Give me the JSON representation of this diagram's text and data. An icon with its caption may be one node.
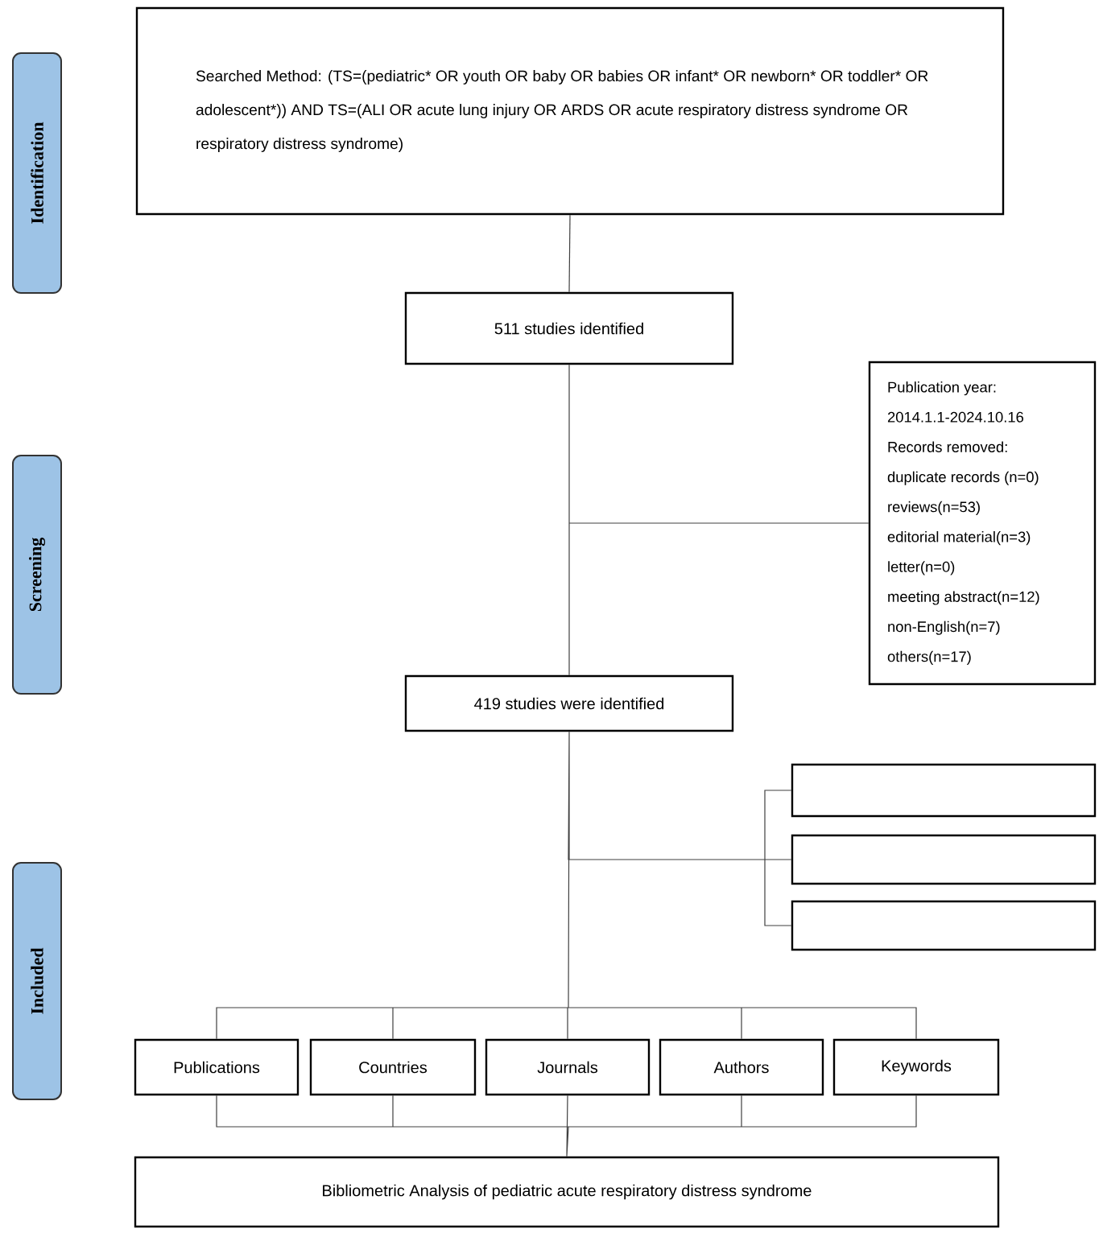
{
  "diagram": {
    "nodes": [
      {
        "text": [
          "Identification"
        ]
      },
      {
        "text": [
          "Screening"
        ]
      },
      {
        "text": [
          "Included"
        ]
      },
      {
        "text": [
          "Searched Method: (TS=(pediatric* OR youth OR baby OR babies OR infant* OR newborn* OR toddler* OR adolescent*)) AND TS=(ALI OR acute lung injury OR ARDS OR acute respiratory distress syndrome OR respiratory distress syndrome)"
        ]
      },
      {
        "text": [
          "511 studies identified"
        ]
      },
      {
        "text": [
          "Publication year:",
          "2014.1.1-2024.10.16",
          "Records removed:",
          "duplicate records (n=0)",
          "reviews(n=53)",
          "editorial material(n=3)",
          "letter(n=0)",
          "meeting abstract(n=12)",
          "non-English(n=7)",
          "others(n=17)"
        ]
      },
      {
        "text": [
          "419 studies were identified"
        ]
      },
      {
        "text": [],
        "shape": "box"
      },
      {
        "text": [],
        "shape": "box"
      },
      {
        "text": [],
        "shape": "box"
      },
      {
        "text": [
          "Publications"
        ]
      },
      {
        "text": [
          "Countries"
        ]
      },
      {
        "text": [
          "Journals"
        ]
      },
      {
        "text": [
          "Authors"
        ]
      },
      {
        "text": [
          "Keywords"
        ]
      },
      {
        "text": [
          "Bibliometric Analysis of pediatric acute respiratory distress syndrome"
        ]
      }
    ],
    "edges": [
      {
        "from": 3,
        "to": 4,
        "arrow": "none"
      },
      {
        "from": 4,
        "to": 5,
        "arrow": "none"
      },
      {
        "from": 4,
        "to": 6,
        "arrow": "none"
      },
      {
        "from": 6,
        "to": 7,
        "arrow": "none"
      },
      {
        "from": 6,
        "to": 8,
        "arrow": "none"
      },
      {
        "from": 6,
        "to": 9,
        "arrow": "none"
      },
      {
        "from": 6,
        "to": 10,
        "arrow": "none"
      },
      {
        "from": 6,
        "to": 11,
        "arrow": "none"
      },
      {
        "from": 6,
        "to": 12,
        "arrow": "none"
      },
      {
        "from": 6,
        "to": 13,
        "arrow": "none"
      },
      {
        "from": 6,
        "to": 14,
        "arrow": "none"
      },
      {
        "from": 10,
        "to": 15,
        "arrow": "none"
      },
      {
        "from": 11,
        "to": 15,
        "arrow": "none"
      },
      {
        "from": 12,
        "to": 15,
        "arrow": "none"
      },
      {
        "from": 13,
        "to": 15,
        "arrow": "none"
      },
      {
        "from": 14,
        "to": 15,
        "arrow": "none"
      }
    ]
  }
}
